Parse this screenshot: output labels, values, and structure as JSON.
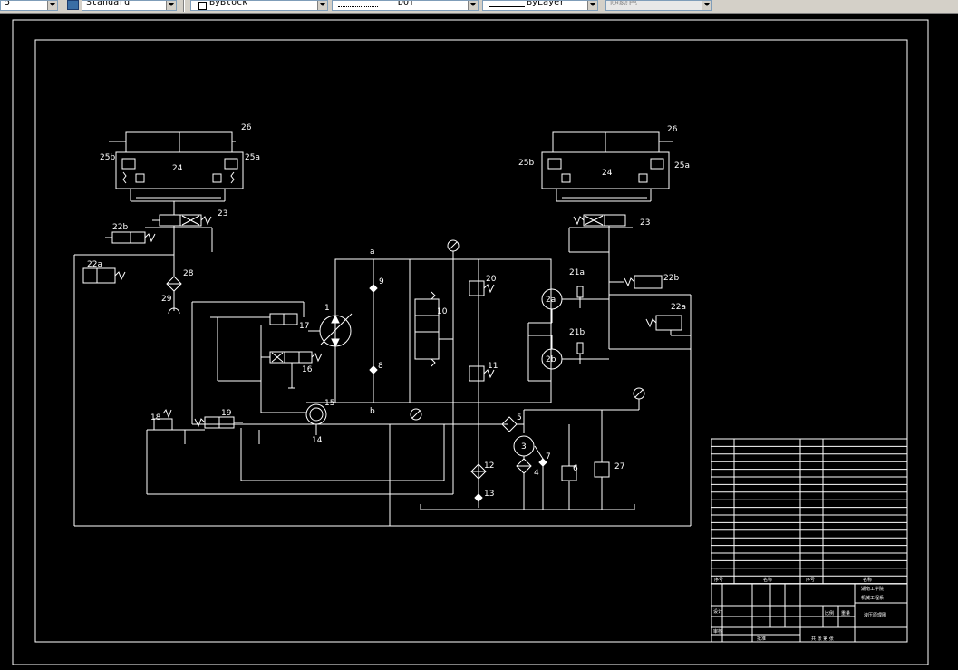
{
  "toolbar": {
    "textstyle_value": "Standard",
    "linecolor_value": "ByBlock",
    "linetype_value": "DOT",
    "lineweight_value": "ByLayer",
    "plotstyle_value": "随颜色"
  },
  "callouts": {
    "c1": "1",
    "c4": "4",
    "c5": "5",
    "c6": "6",
    "c7": "7",
    "c8": "8",
    "c9": "9",
    "c10": "10",
    "c11": "11",
    "c12": "12",
    "c13": "13",
    "c14": "14",
    "c15": "15",
    "c16": "16",
    "c17": "17",
    "c18": "18",
    "c19": "19",
    "c20": "20",
    "c21a": "21a",
    "c21b": "21b",
    "c22a_l": "22a",
    "c22b_l": "22b",
    "c22a_r": "22a",
    "c22b_r": "22b",
    "c23_l": "23",
    "c23_r": "23",
    "c24_l": "24",
    "c24_r": "24",
    "c25a_l": "25a",
    "c25b_l": "25b",
    "c25a_r": "25a",
    "c25b_r": "25b",
    "c26_l": "26",
    "c26_r": "26",
    "c27": "27",
    "c28": "28",
    "c29": "29",
    "pump_label": "3",
    "port_a": "a",
    "port_b": "b",
    "motor_2a": "2a",
    "motor_2b": "2b"
  },
  "title_block": {
    "project_line1": "湖南工学院",
    "project_line2": "机械工程系",
    "drawing_title": "液压原理图",
    "header_seq": "序号",
    "header_name": "名称",
    "header_seq2": "序号",
    "header_name2": "名称",
    "design": "设计",
    "check": "审核",
    "approve": "批准",
    "scale_label": "比例",
    "weight_label": "重量",
    "sheet_label": "共 张 第 张"
  }
}
